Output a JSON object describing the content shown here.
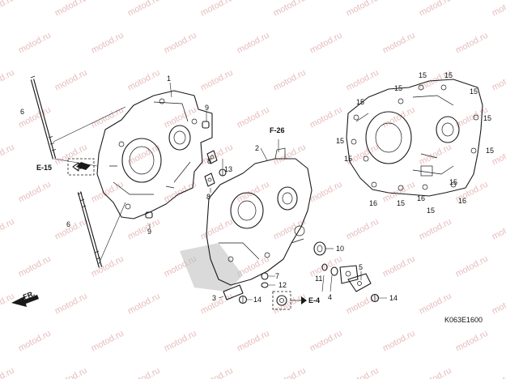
{
  "watermark": {
    "text": "motod.ru"
  },
  "code": "K063E1600",
  "refs": {
    "e15": "E-15",
    "f26": "F-26",
    "e4": "E-4",
    "fr": "FR."
  },
  "callouts": {
    "c1": "1",
    "c2": "2",
    "c3": "3",
    "c4": "4",
    "c5": "5",
    "c6a": "6",
    "c6b": "6",
    "c7": "7",
    "c8a": "8",
    "c8b": "8",
    "c9a": "9",
    "c9b": "9",
    "c10": "10",
    "c11": "11",
    "c12": "12",
    "c13": "13",
    "c14a": "14",
    "c14b": "14",
    "c15a": "15",
    "c15b": "15",
    "c15c": "15",
    "c15d": "15",
    "c15e": "15",
    "c15f": "15",
    "c15g": "15",
    "c15h": "15",
    "c15i": "15",
    "c15j": "15",
    "c15k": "15",
    "c15l": "15",
    "c16a": "16",
    "c16b": "16",
    "c16c": "16"
  }
}
